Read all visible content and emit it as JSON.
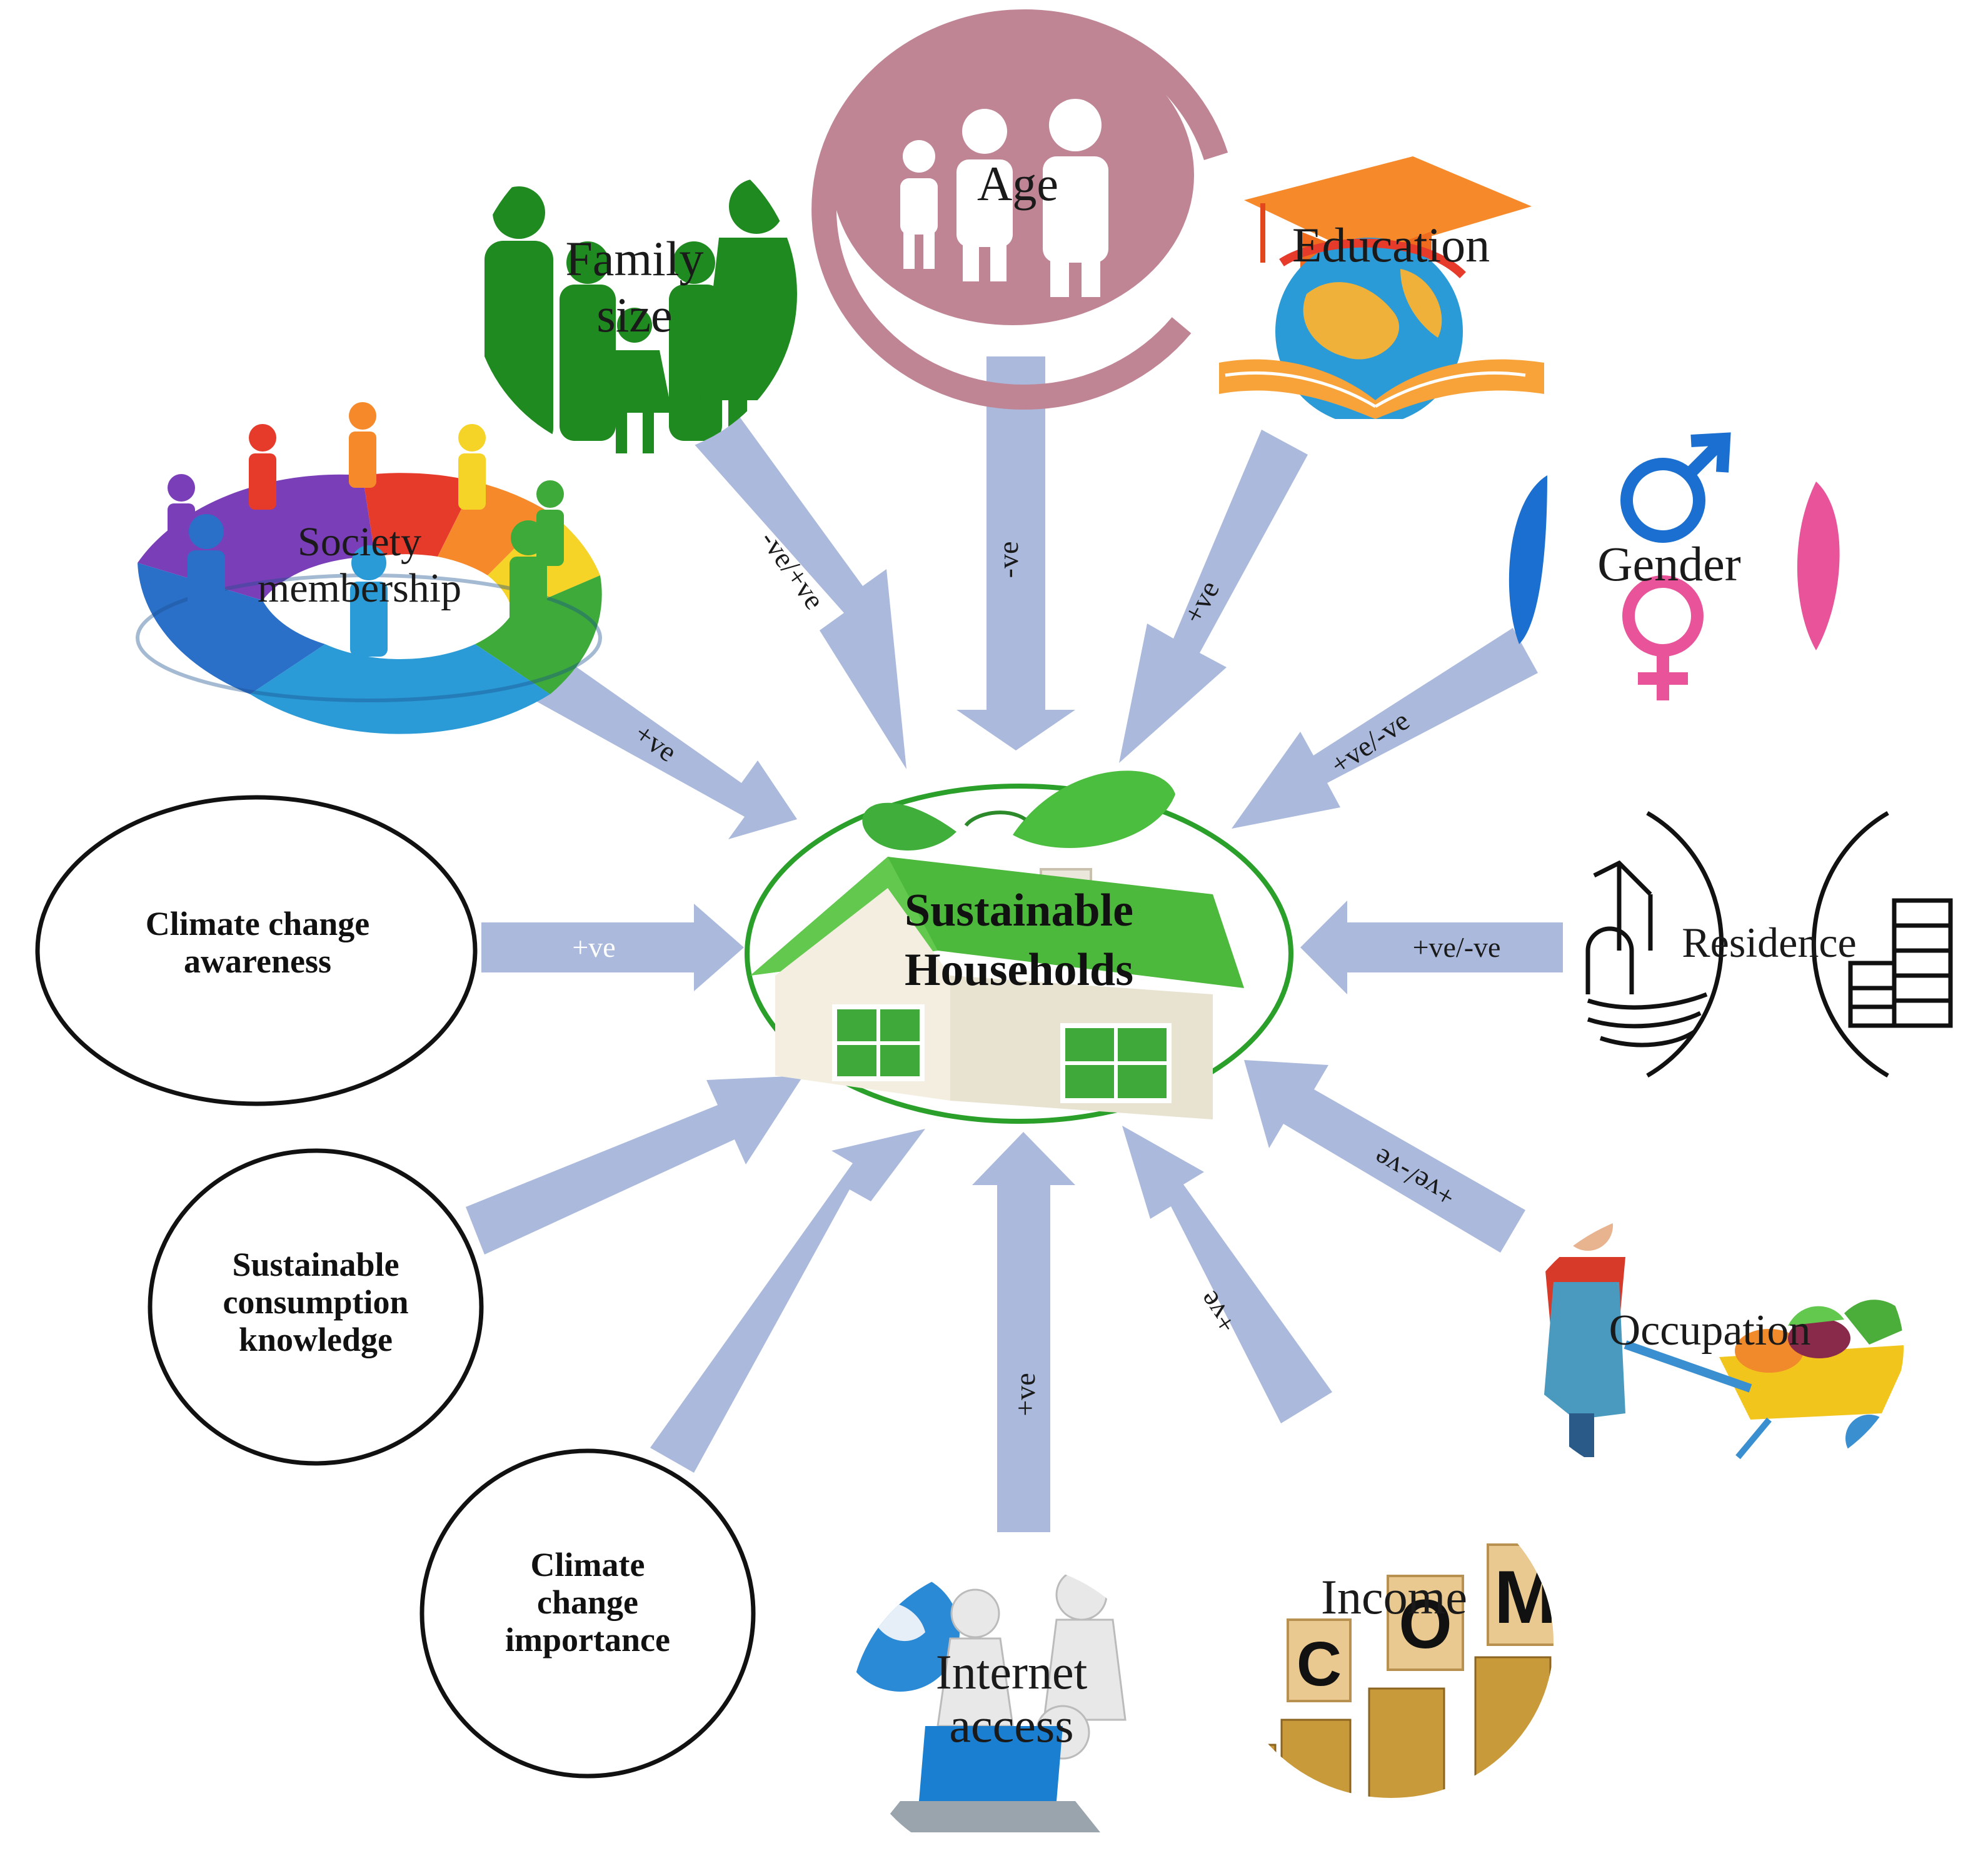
{
  "center": {
    "line1": "Sustainable",
    "line2": "Households"
  },
  "factors": {
    "family_size": {
      "line1": "Family",
      "line2": "size",
      "effect": "-ve/+ve"
    },
    "age": {
      "label": "Age",
      "effect": "-ve"
    },
    "education": {
      "label": "Education",
      "effect": "+ve"
    },
    "gender": {
      "label": "Gender",
      "effect": "+ve/-ve"
    },
    "society": {
      "line1": "Society",
      "line2": "membership",
      "effect": "+ve"
    },
    "residence": {
      "label": "Residence",
      "effect": "+ve/-ve"
    },
    "occupation": {
      "label": "Occupation",
      "effect": "+ve/-ve"
    },
    "income": {
      "label": "Income",
      "effect": "+ve"
    },
    "internet": {
      "line1": "Internet",
      "line2": "access",
      "effect": "+ve"
    },
    "cc_awareness": {
      "line1": "Climate change",
      "line2": "awareness",
      "effect": "+ve"
    },
    "sc_knowledge": {
      "line1": "Sustainable",
      "line2": "consumption",
      "line3": "knowledge",
      "effect": ""
    },
    "cc_importance": {
      "line1": "Climate",
      "line2": "change",
      "line3": "importance",
      "effect": ""
    }
  },
  "income_tiles": [
    "C",
    "O",
    "M"
  ],
  "colors": {
    "arrow": "#aab9dc",
    "family_green": "#1f8a1f",
    "age_mauve": "#c08595",
    "center_ring": "#2aa02a",
    "roof_green": "#4cb83c",
    "male_blue": "#1a6fd0",
    "female_pink": "#e8539a",
    "education_orange": "#f6892a"
  }
}
